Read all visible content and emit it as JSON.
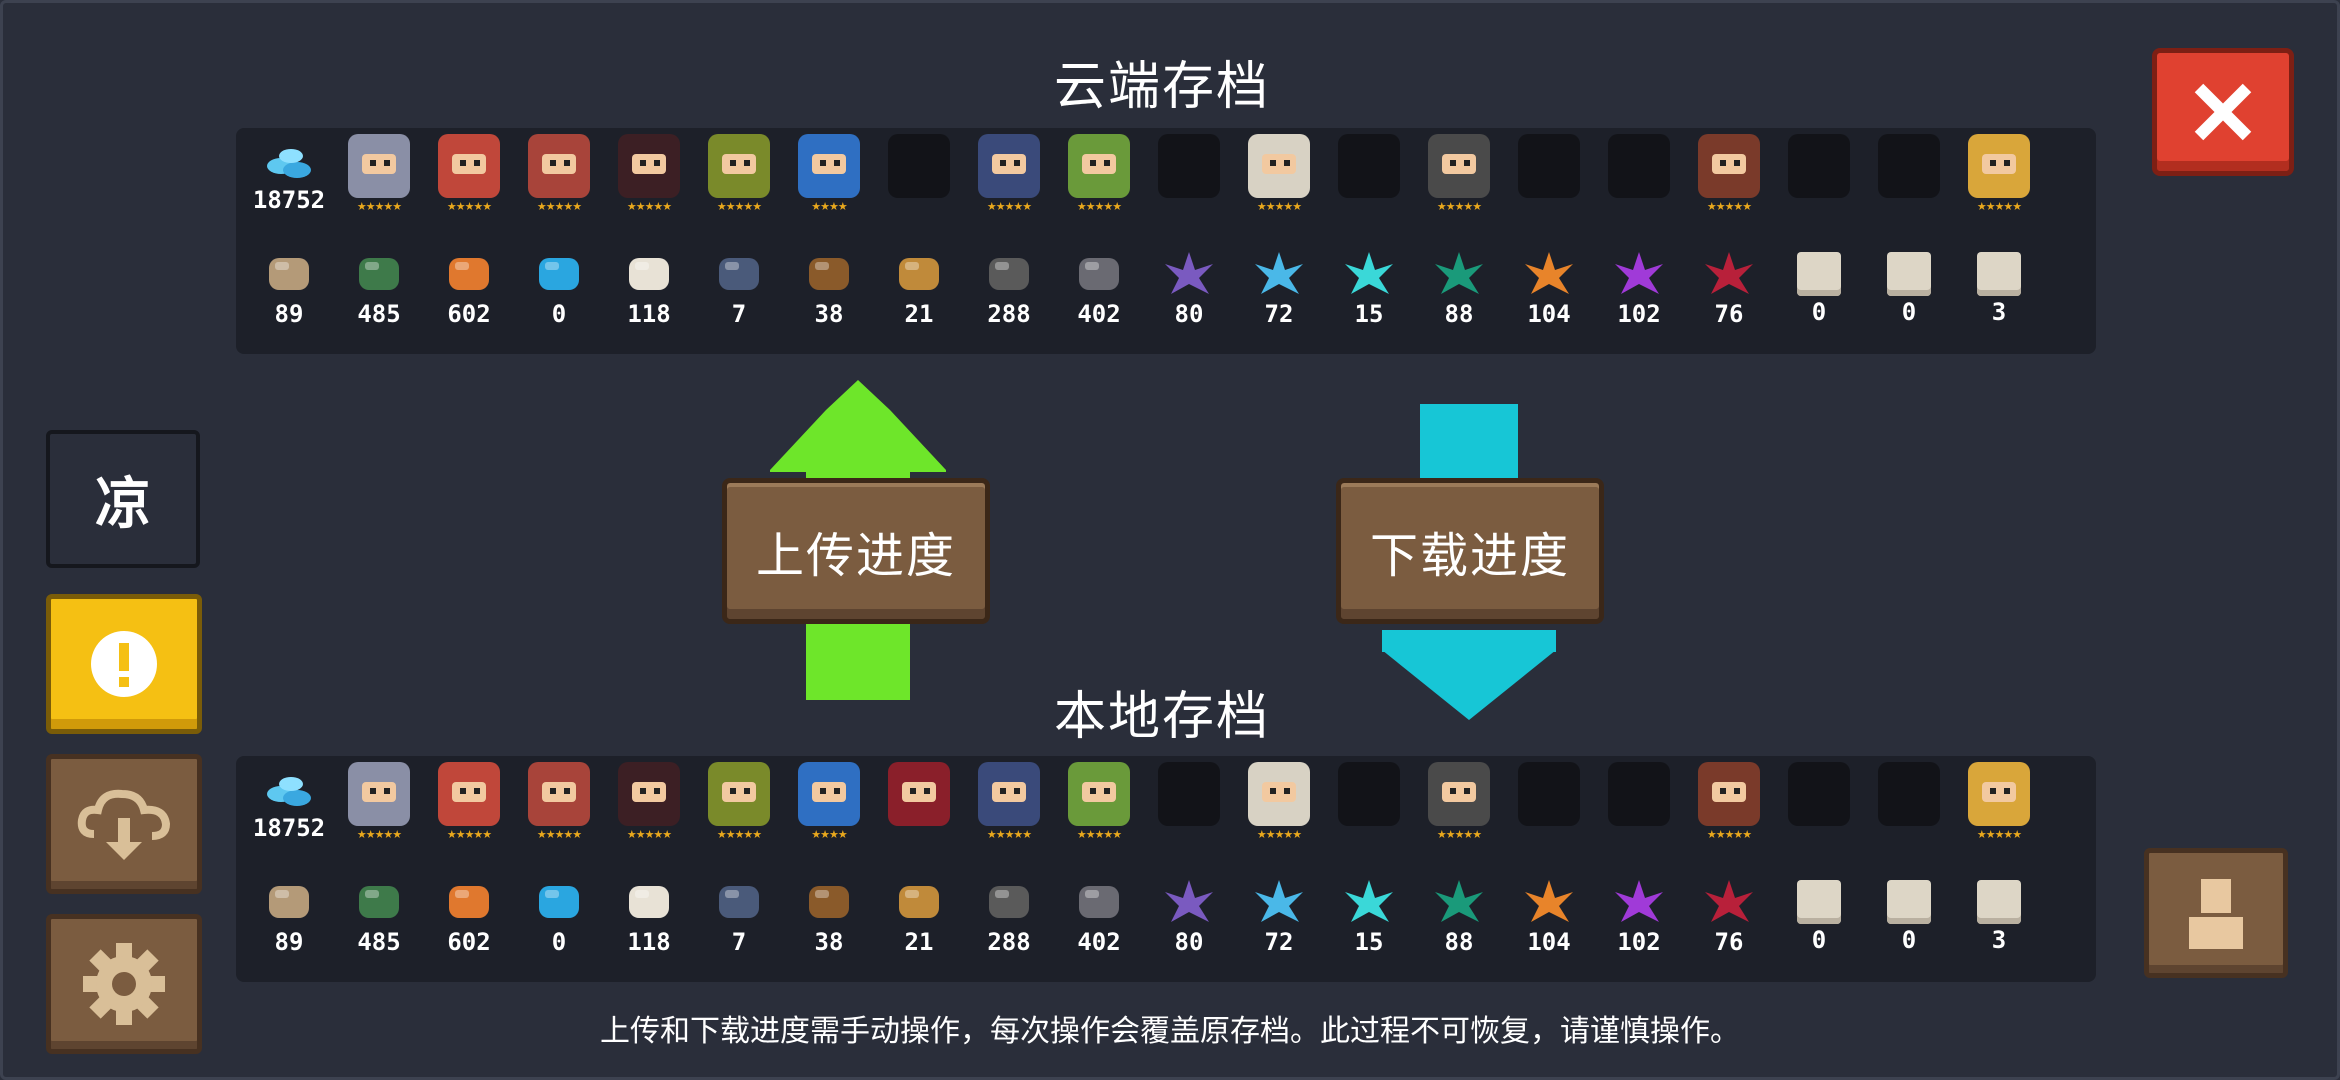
{
  "cloud_title": "云端存档",
  "local_title": "本地存档",
  "upload_label": "上传进度",
  "download_label": "下载进度",
  "side_text_label": "凉",
  "footer_text": "上传和下载进度需手动操作，每次操作会覆盖原存档。此过程不可恢复，请谨慎操作。",
  "gem_count": "18752",
  "cloud_characters": [
    {
      "color": "#8a8fa6",
      "stars": "★★★★★"
    },
    {
      "color": "#c0473a",
      "stars": "★★★★★"
    },
    {
      "color": "#a8443a",
      "stars": "★★★★★"
    },
    {
      "color": "#3c1f24",
      "stars": "★★★★★"
    },
    {
      "color": "#7a8a2a",
      "stars": "★★★★★"
    },
    {
      "color": "#2f6fc2",
      "stars": "★★★★"
    },
    {
      "color": "shadow",
      "stars": ""
    },
    {
      "color": "#3a4a7a",
      "stars": "★★★★★"
    },
    {
      "color": "#6a9a3a",
      "stars": "★★★★★"
    },
    {
      "color": "shadow",
      "stars": ""
    },
    {
      "color": "#d8d2c4",
      "stars": "★★★★★"
    },
    {
      "color": "shadow",
      "stars": ""
    },
    {
      "color": "#4a4a4a",
      "stars": "★★★★★"
    },
    {
      "color": "shadow",
      "stars": ""
    },
    {
      "color": "shadow",
      "stars": ""
    },
    {
      "color": "#7a3a2a",
      "stars": "★★★★★"
    },
    {
      "color": "shadow",
      "stars": ""
    },
    {
      "color": "shadow",
      "stars": ""
    },
    {
      "color": "#d9a63a",
      "stars": "★★★★★"
    }
  ],
  "local_characters": [
    {
      "color": "#8a8fa6",
      "stars": "★★★★★"
    },
    {
      "color": "#c0473a",
      "stars": "★★★★★"
    },
    {
      "color": "#a8443a",
      "stars": "★★★★★"
    },
    {
      "color": "#3c1f24",
      "stars": "★★★★★"
    },
    {
      "color": "#7a8a2a",
      "stars": "★★★★★"
    },
    {
      "color": "#2f6fc2",
      "stars": "★★★★"
    },
    {
      "color": "#8a1f2a",
      "stars": ""
    },
    {
      "color": "#3a4a7a",
      "stars": "★★★★★"
    },
    {
      "color": "#6a9a3a",
      "stars": "★★★★★"
    },
    {
      "color": "shadow",
      "stars": ""
    },
    {
      "color": "#d8d2c4",
      "stars": "★★★★★"
    },
    {
      "color": "shadow",
      "stars": ""
    },
    {
      "color": "#4a4a4a",
      "stars": "★★★★★"
    },
    {
      "color": "shadow",
      "stars": ""
    },
    {
      "color": "shadow",
      "stars": ""
    },
    {
      "color": "#7a3a2a",
      "stars": "★★★★★"
    },
    {
      "color": "shadow",
      "stars": ""
    },
    {
      "color": "shadow",
      "stars": ""
    },
    {
      "color": "#d9a63a",
      "stars": "★★★★★"
    }
  ],
  "materials": [
    {
      "name": "parchment-icon",
      "color": "#b49a78",
      "count": "89"
    },
    {
      "name": "battery-icon",
      "color": "#3e7a4a",
      "count": "485"
    },
    {
      "name": "orange-ore-icon",
      "color": "#e0782e",
      "count": "602"
    },
    {
      "name": "blue-orb-icon",
      "color": "#2aa6e0",
      "count": "0"
    },
    {
      "name": "sack-icon",
      "color": "#e8e2d6",
      "count": "118"
    },
    {
      "name": "feather-coin-icon",
      "color": "#4a5a7a",
      "count": "7"
    },
    {
      "name": "hammer-icon",
      "color": "#8a5a2a",
      "count": "38"
    },
    {
      "name": "fish-icon",
      "color": "#c08a3a",
      "count": "21"
    },
    {
      "name": "gear-part-icon",
      "color": "#5a5a5a",
      "count": "288"
    },
    {
      "name": "iron-ore-icon",
      "color": "#6a6a72",
      "count": "402"
    },
    {
      "name": "purple-crystal-icon",
      "color": "#7a5ac0",
      "count": "80"
    },
    {
      "name": "blue-crystal-icon",
      "color": "#4ab8e8",
      "count": "72"
    },
    {
      "name": "cyan-crystal-icon",
      "color": "#3ad8d8",
      "count": "15"
    },
    {
      "name": "teal-crystal-icon",
      "color": "#1a9a7a",
      "count": "88"
    },
    {
      "name": "orange-crystal-icon",
      "color": "#e8842a",
      "count": "104"
    },
    {
      "name": "violet-crystal-icon",
      "color": "#a03ad8",
      "count": "102"
    },
    {
      "name": "red-crystal-icon",
      "color": "#b8203a",
      "count": "76"
    },
    {
      "name": "scroll-icon",
      "color": "#ddd6c6",
      "count": "0"
    },
    {
      "name": "scroll-icon",
      "color": "#ddd6c6",
      "count": "0"
    },
    {
      "name": "scroll-icon",
      "color": "#ddd6c6",
      "count": "3"
    }
  ],
  "colors": {
    "upload_arrow": "#6ee62a",
    "download_arrow": "#17c6d6",
    "close": "#e04130",
    "warn": "#f5c013"
  }
}
